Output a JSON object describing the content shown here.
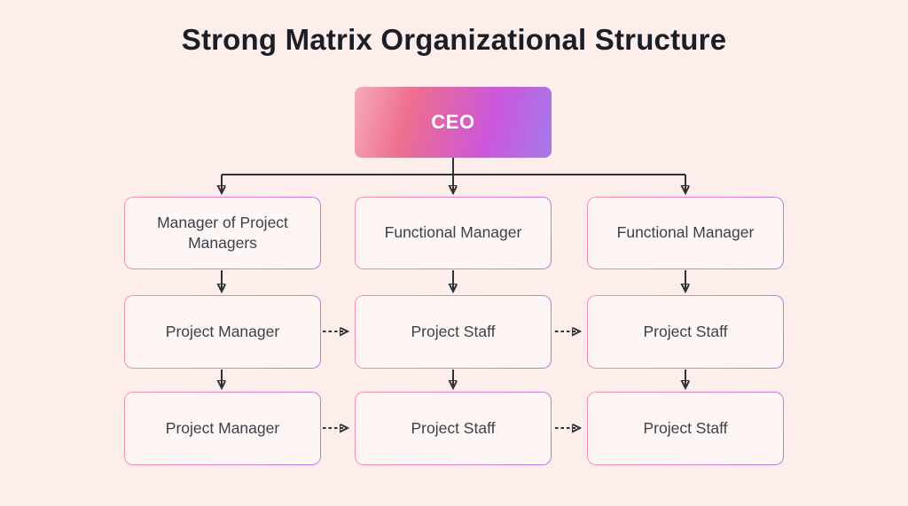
{
  "title": "Strong Matrix Organizational Structure",
  "org": {
    "ceo_label": "CEO",
    "columns": [
      {
        "manager": "Manager of Project Managers",
        "middle": "Project Manager",
        "bottom": "Project Manager"
      },
      {
        "manager": "Functional Manager",
        "middle": "Project Staff",
        "bottom": "Project Staff"
      },
      {
        "manager": "Functional Manager",
        "middle": "Project Staff",
        "bottom": "Project Staff"
      }
    ]
  },
  "colors": {
    "background": "#fdeeec",
    "node_fill": "#fef6f4",
    "node_border_gradient": [
      "#f795a4",
      "#e77ec2",
      "#ac7dea"
    ],
    "ceo_gradient": [
      "#f6abb9",
      "#ee6e8e",
      "#cb57dc",
      "#a57ae9"
    ],
    "connector_line": "#2e3237",
    "title_text": "#1b1d27",
    "node_text": "#3d4048",
    "ceo_text": "#ffffff"
  }
}
